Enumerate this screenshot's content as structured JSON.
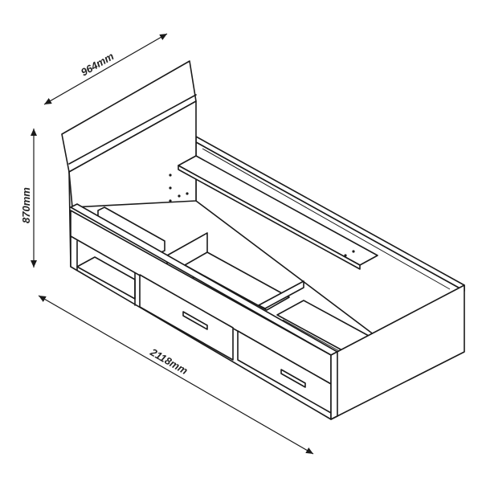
{
  "dimensions": {
    "width_label": "964mm",
    "height_label": "870mm",
    "length_label": "2118mm"
  }
}
